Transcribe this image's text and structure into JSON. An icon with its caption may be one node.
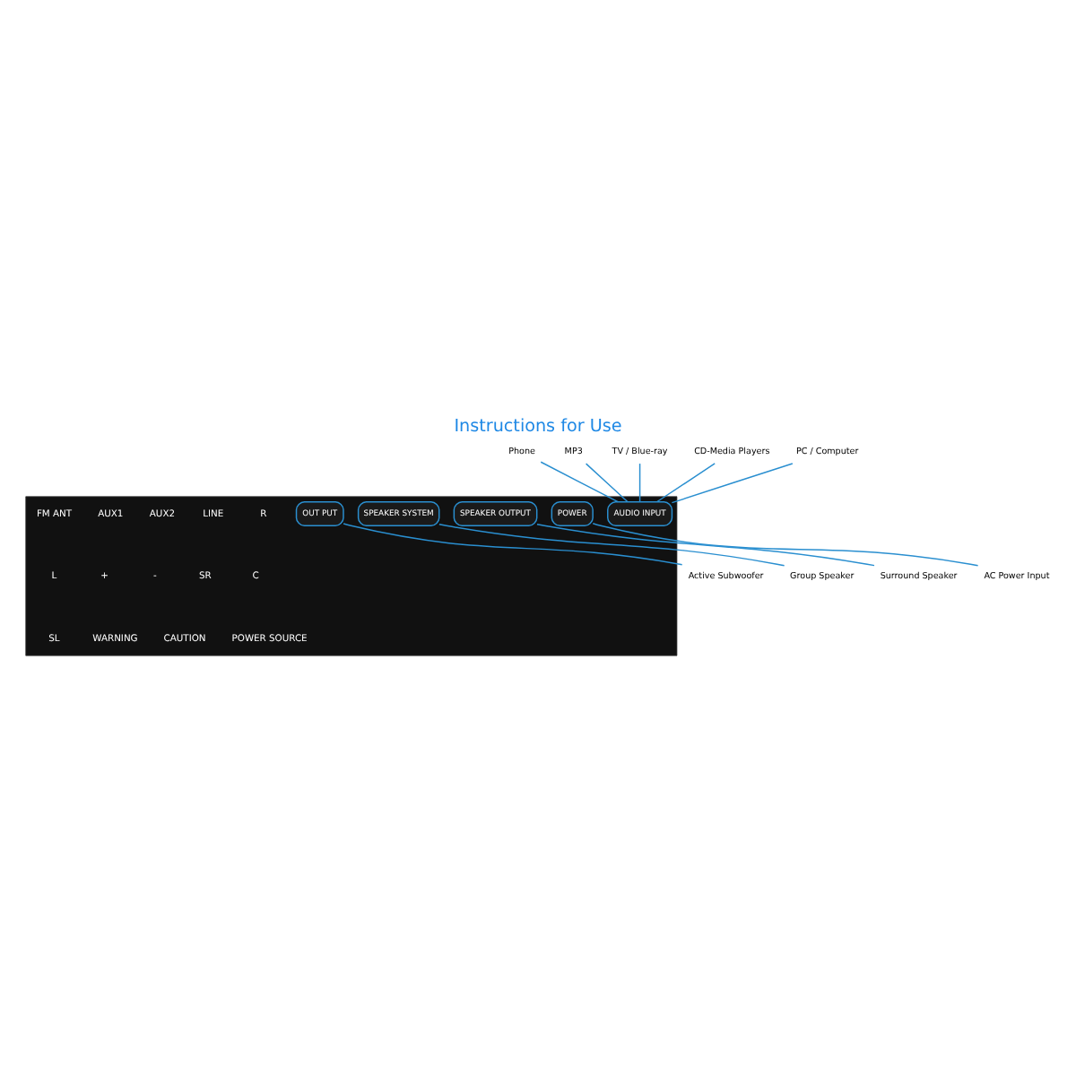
{
  "diagram": {
    "title": "Instructions for Use",
    "nodes": [
      {
        "text": [
          "Phone"
        ]
      },
      {
        "text": [
          "MP3"
        ]
      },
      {
        "text": [
          "TV / Blue-ray"
        ]
      },
      {
        "text": [
          "CD-Media Players"
        ]
      },
      {
        "text": [
          "PC / Computer"
        ]
      },
      {
        "text": [],
        "shape": "picture"
      },
      {
        "text": [
          "AUDIO INPUT"
        ],
        "in": 5
      },
      {
        "text": [
          "OUT PUT"
        ],
        "in": 5
      },
      {
        "text": [
          "SPEAKER SYSTEM"
        ],
        "in": 5
      },
      {
        "text": [
          "SPEAKER OUTPUT"
        ],
        "in": 5
      },
      {
        "text": [
          "POWER"
        ],
        "in": 5
      },
      {
        "text": [
          "Active Subwoofer"
        ]
      },
      {
        "text": [
          "Group Speaker"
        ]
      },
      {
        "text": [
          "Surround Speaker"
        ]
      },
      {
        "text": [
          "AC Power Input"
        ]
      }
    ],
    "edges": [
      {
        "from": 0,
        "to": 6,
        "arrow": "none"
      },
      {
        "from": 1,
        "to": 6,
        "arrow": "none"
      },
      {
        "from": 2,
        "to": 6,
        "arrow": "none"
      },
      {
        "from": 3,
        "to": 6,
        "arrow": "none"
      },
      {
        "from": 4,
        "to": 6,
        "arrow": "none"
      },
      {
        "from": 7,
        "to": 11,
        "arrow": "none"
      },
      {
        "from": 8,
        "to": 12,
        "arrow": "none"
      },
      {
        "from": 9,
        "to": 13,
        "arrow": "none"
      },
      {
        "from": 10,
        "to": 14,
        "arrow": "none"
      }
    ],
    "labels": [
      "FM ANT",
      "AUX1",
      "AUX2",
      "LINE",
      "R",
      "L",
      "+",
      "-",
      "SR",
      "C",
      "SL",
      "WARNING",
      "CAUTION",
      "POWER SOURCE"
    ]
  }
}
